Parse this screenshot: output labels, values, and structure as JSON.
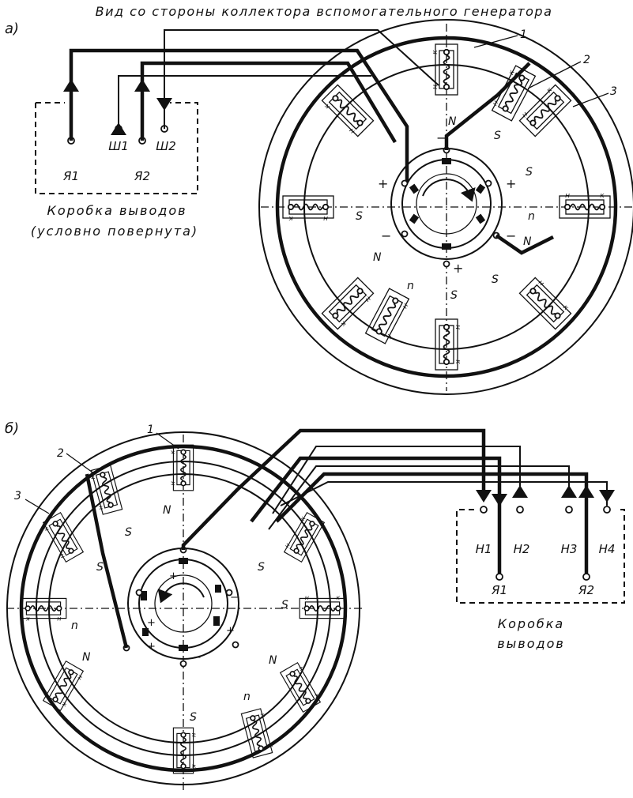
{
  "header": "Вид со стороны коллектора вспомогательного генератора",
  "diagram_a": {
    "label": "а)",
    "box_terminals": [
      "Я1",
      "Я2",
      "Ш1",
      "Ш2"
    ],
    "box_caption_line1": "Коробка выводов",
    "box_caption_line2": "(условно повернута)",
    "callouts": [
      "1",
      "2",
      "3"
    ],
    "pole_labels": [
      "N",
      "S",
      "S",
      "n",
      "N",
      "S",
      "n",
      "S",
      "N",
      "S"
    ],
    "brush_signs": [
      "−",
      "+",
      "+",
      "−",
      "−",
      "+"
    ]
  },
  "diagram_b": {
    "label": "б)",
    "box_terminals_top": [
      "Н1",
      "Н2",
      "Н3",
      "Н4"
    ],
    "box_terminals_bottom": [
      "Я1",
      "Я2"
    ],
    "box_caption_line1": "Коробка",
    "box_caption_line2": "выводов",
    "callouts": [
      "1",
      "2",
      "3"
    ],
    "pole_labels": [
      "N",
      "S",
      "S",
      "S",
      "n",
      "N",
      "N",
      "S",
      "n",
      "S"
    ],
    "brush_signs": [
      "+",
      "−",
      "+",
      "−",
      "+",
      "+"
    ]
  },
  "coil_end_letters": [
    "Н",
    "К"
  ]
}
